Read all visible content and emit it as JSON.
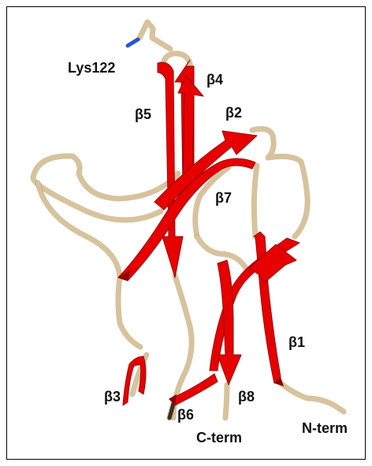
{
  "figure": {
    "colors": {
      "strand": "#e60000",
      "strand_shadow": "#8c0000",
      "coil": "#d8c39a",
      "nitrogen": "#2a55d0",
      "frame": "#000000",
      "label": "#111111"
    },
    "labels": {
      "lys": "Lys122",
      "b1": "β1",
      "b2": "β2",
      "b3": "β3",
      "b4": "β4",
      "b5": "β5",
      "b6": "β6",
      "b7": "β7",
      "b8": "β8",
      "cterm": "C-term",
      "nterm": "N-term"
    }
  }
}
